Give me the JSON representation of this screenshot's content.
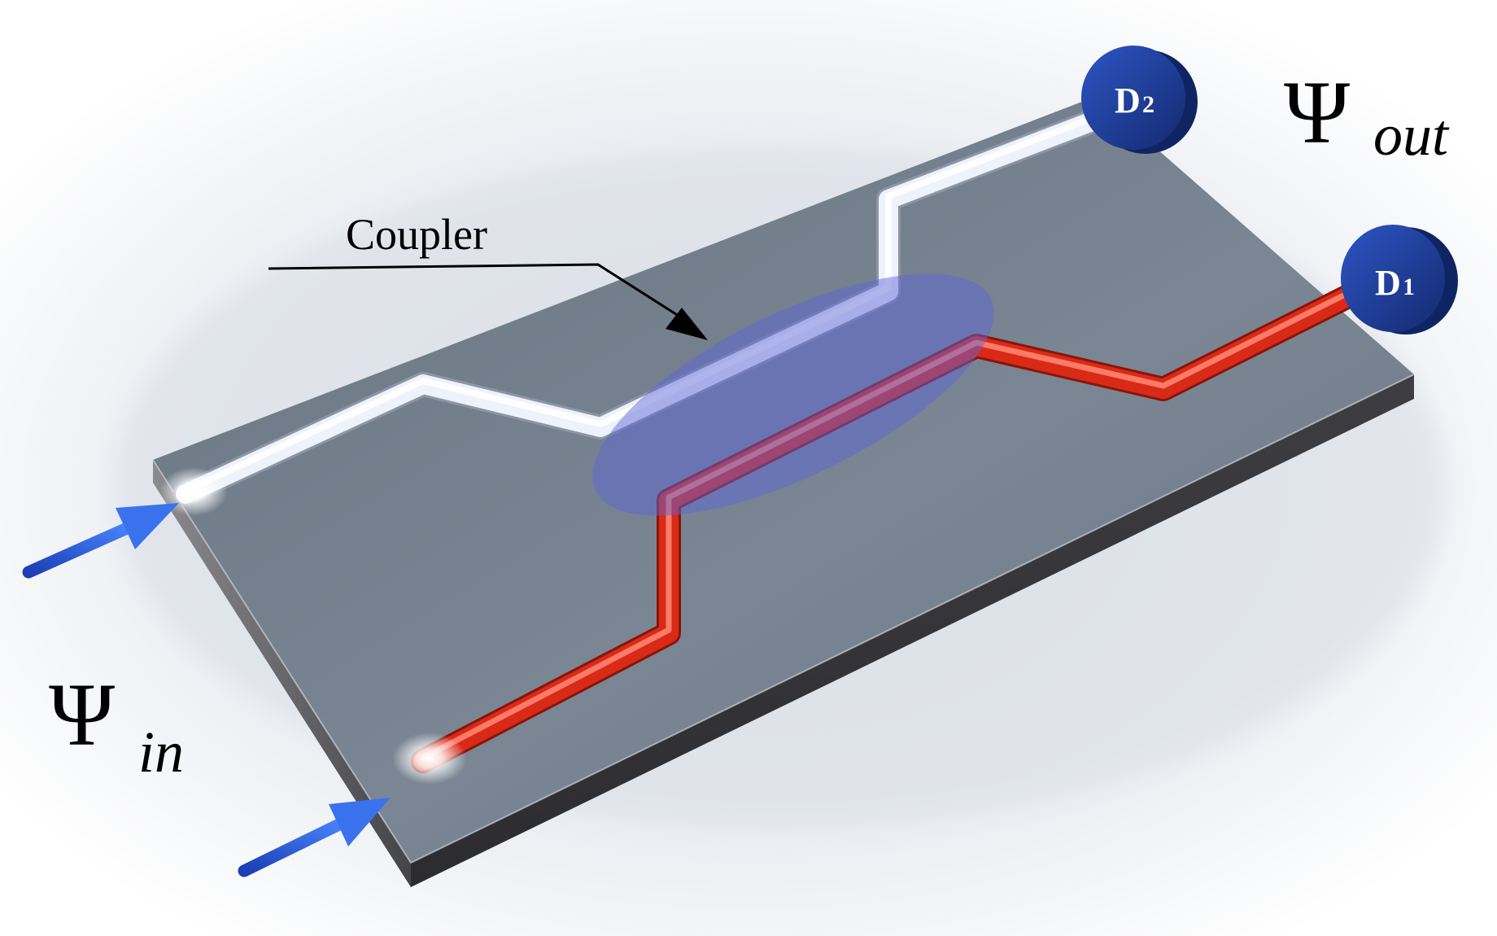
{
  "labels": {
    "coupler": "Coupler",
    "psi_symbol": "Ψ",
    "input_subscript": "in",
    "output_subscript": "out"
  },
  "detectors": {
    "d1": {
      "letter": "D",
      "index": "1"
    },
    "d2": {
      "letter": "D",
      "index": "2"
    }
  },
  "colors": {
    "chip_top": "#76818f",
    "chip_side": "#4e4e52",
    "waveguide_upper": "#eef2fa",
    "waveguide_lower": "#d92a18",
    "coupler_overlay": "#5b64d8",
    "detector": "#1f3f9e",
    "arrow": "#2756d4"
  }
}
